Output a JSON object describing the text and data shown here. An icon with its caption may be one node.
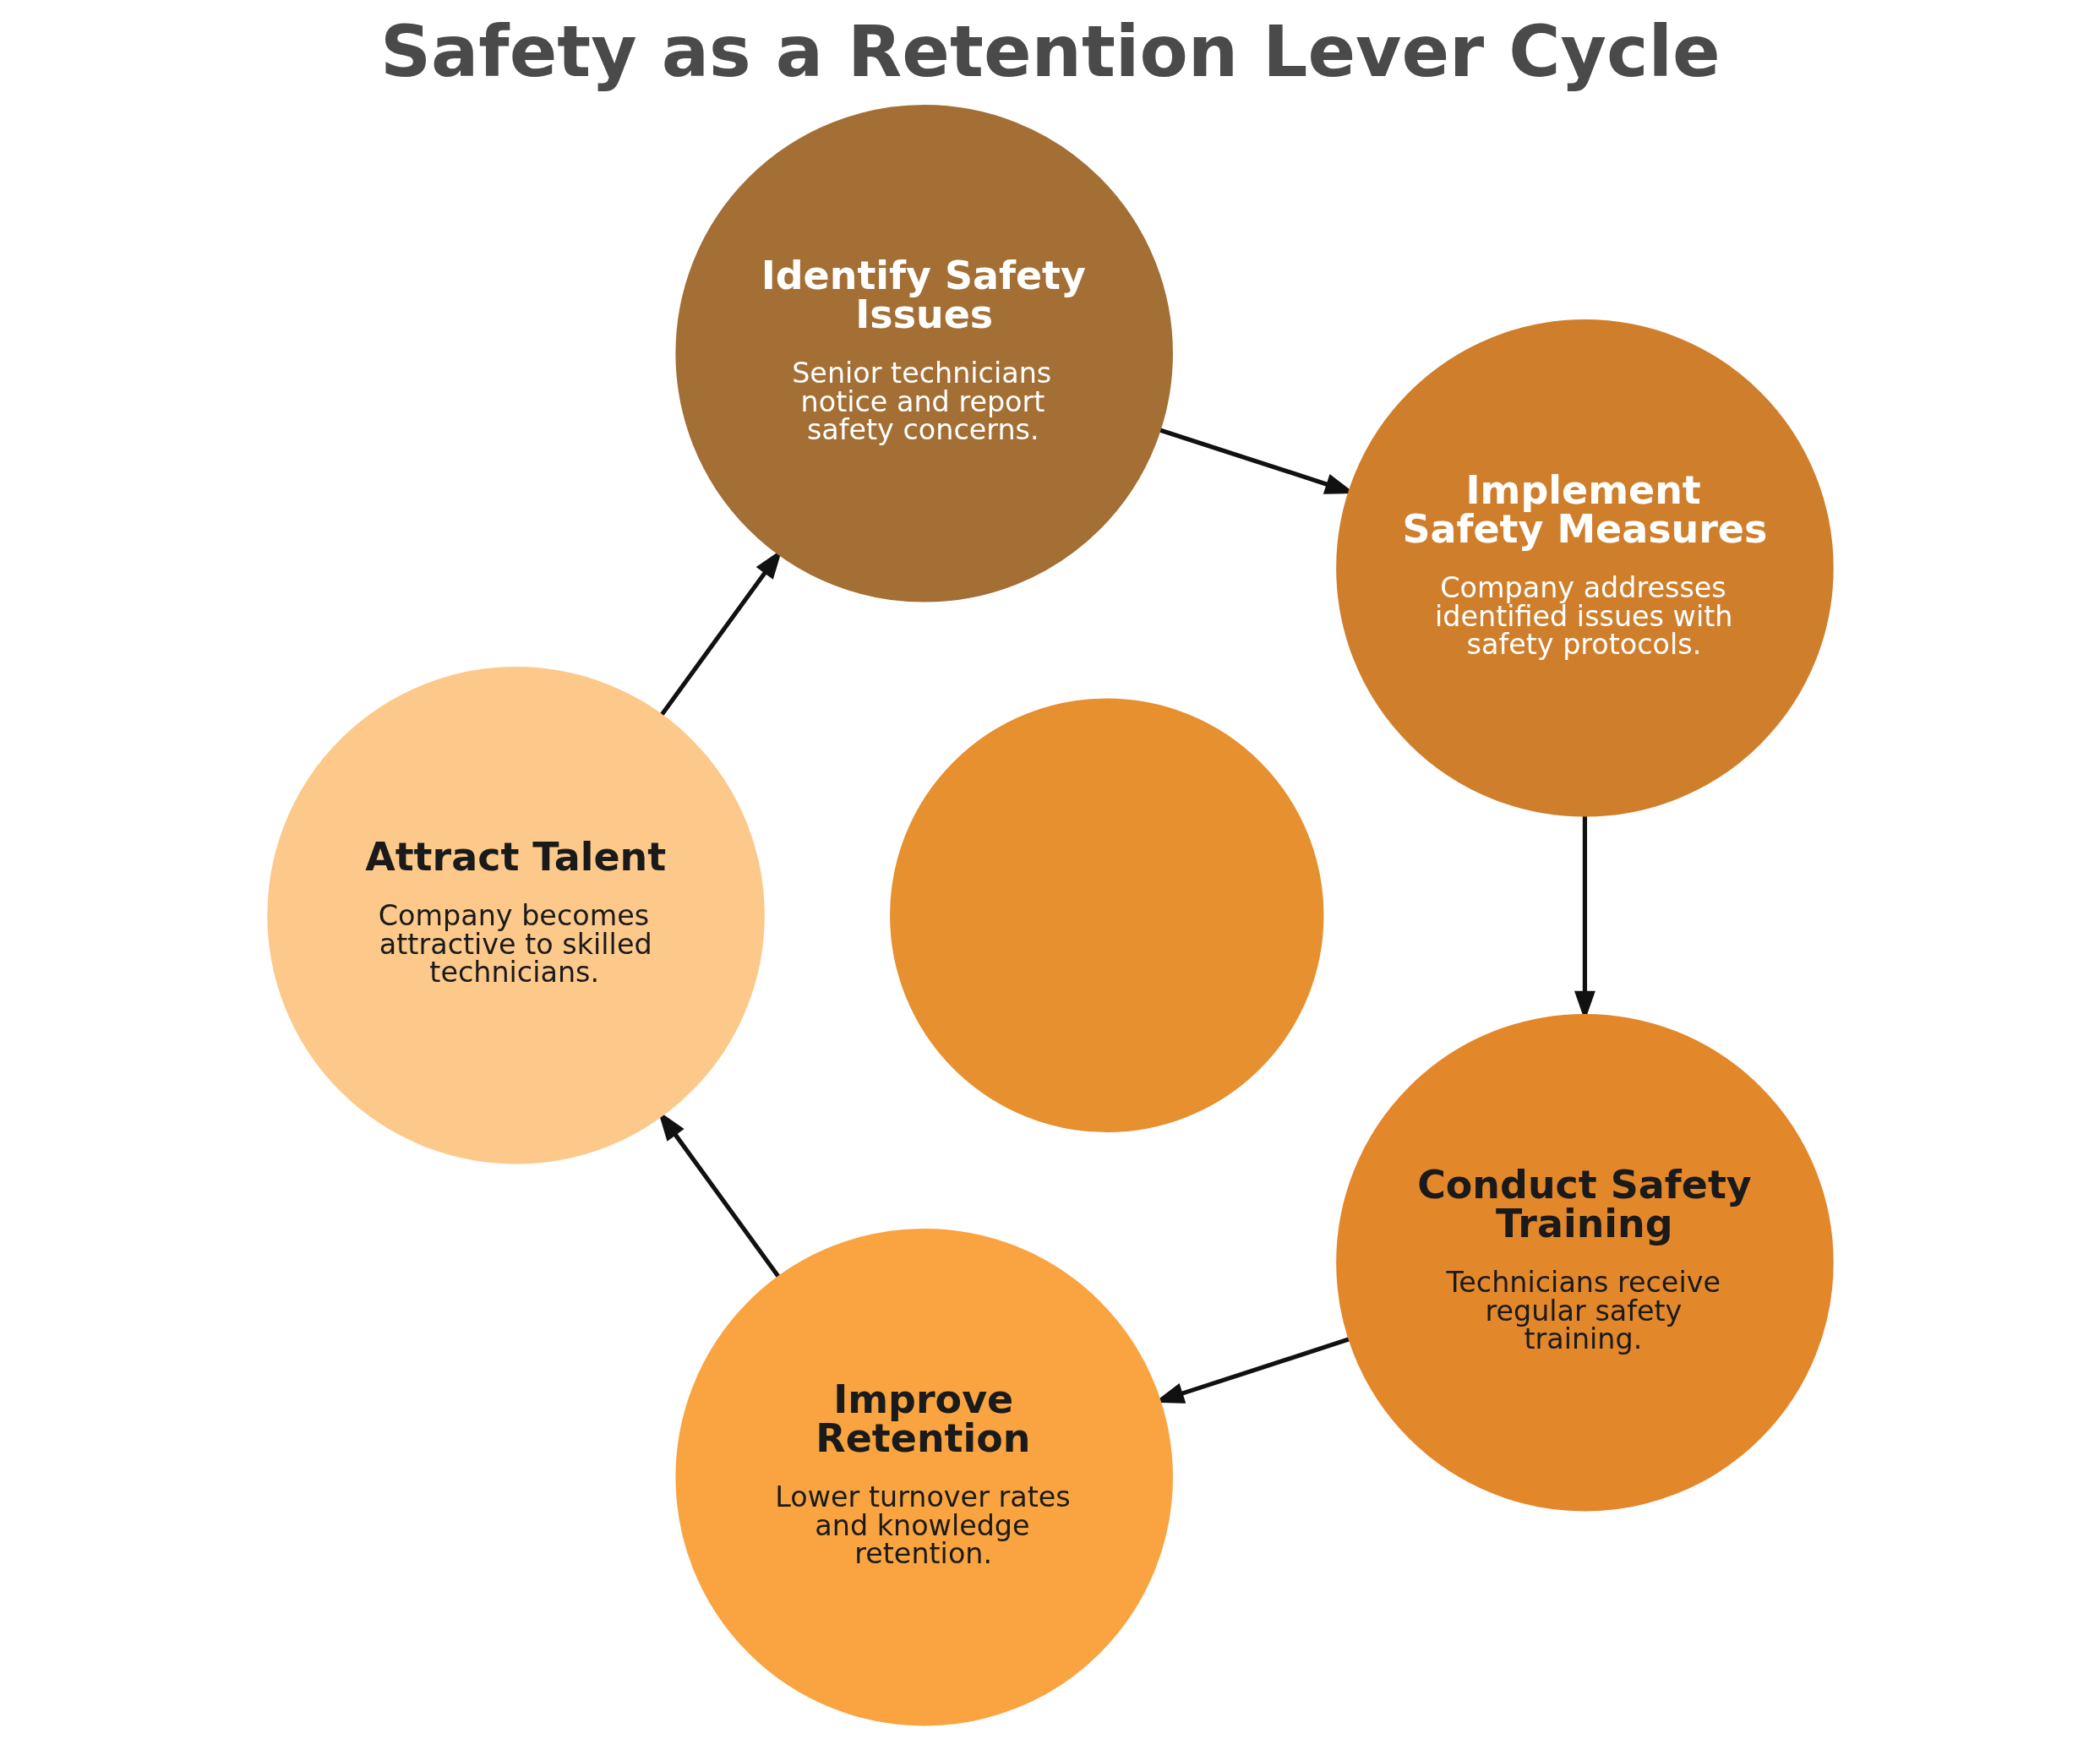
{
  "diagram": {
    "title": "Safety as a Retention Lever Cycle",
    "nodes": [
      {
        "text": [
          "Identify Safety Issues",
          "Senior technicians notice and report safety concerns."
        ]
      },
      {
        "text": [
          "Implement Safety Measures",
          "Company addresses identified issues with safety protocols."
        ]
      },
      {
        "text": [
          "Conduct Safety Training",
          "Technicians receive regular safety training."
        ]
      },
      {
        "text": [
          "Improve Retention",
          "Lower turnover rates and knowledge retention."
        ]
      },
      {
        "text": [
          "Attract Talent",
          "Company becomes attractive to skilled technicians."
        ]
      },
      {
        "text": [],
        "shape": "circle"
      }
    ],
    "edges": [
      {
        "from": 0,
        "to": 1,
        "arrow": "to"
      },
      {
        "from": 1,
        "to": 2,
        "arrow": "to"
      },
      {
        "from": 2,
        "to": 3,
        "arrow": "to"
      },
      {
        "from": 3,
        "to": 4,
        "arrow": "to"
      },
      {
        "from": 4,
        "to": 0,
        "arrow": "to"
      }
    ]
  }
}
